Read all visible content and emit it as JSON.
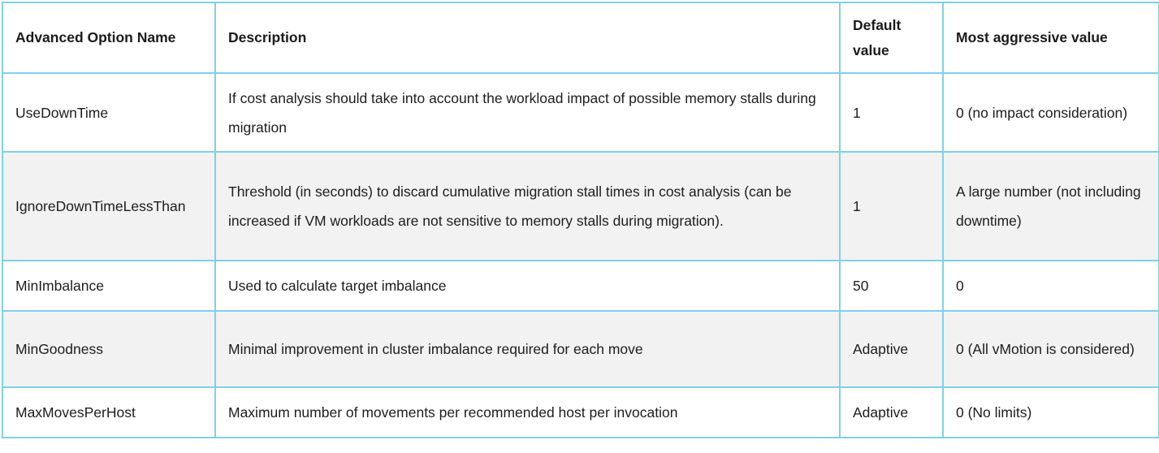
{
  "table": {
    "headers": [
      "Advanced Option Name",
      "Description",
      "Default value",
      "Most aggressive value"
    ],
    "rows": [
      {
        "name": "UseDownTime",
        "description": "If cost analysis should take into account the workload impact of possible memory stalls during migration",
        "default": "1",
        "aggressive": "0 (no impact consideration)"
      },
      {
        "name": "IgnoreDownTimeLessThan",
        "description": "Threshold (in seconds) to discard cumulative migration stall times in cost analysis (can be increased if VM workloads are not sensitive to memory stalls during migration).",
        "default": "1",
        "aggressive": "A large number (not including downtime)"
      },
      {
        "name": "MinImbalance",
        "description": "Used to calculate target imbalance",
        "default": "50",
        "aggressive": "0"
      },
      {
        "name": "MinGoodness",
        "description": "Minimal improvement in cluster imbalance required for each move",
        "default": "Adaptive",
        "aggressive": "0 (All vMotion is considered)"
      },
      {
        "name": "MaxMovesPerHost",
        "description": "Maximum number of movements per recommended host per invocation",
        "default": "Adaptive",
        "aggressive": "0 (No limits)"
      }
    ]
  }
}
